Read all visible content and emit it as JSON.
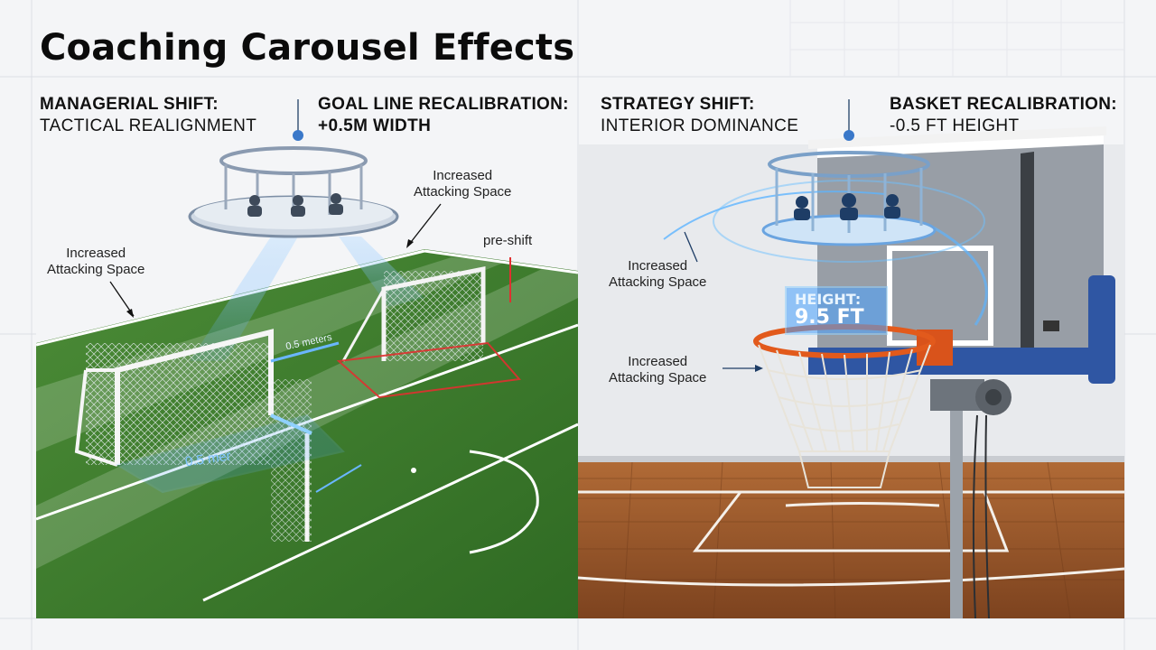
{
  "page": {
    "title": "Coaching Carousel Effects"
  },
  "soccer": {
    "header_left": {
      "title": "MANAGERIAL SHIFT:",
      "sub": "TACTICAL REALIGNMENT"
    },
    "header_right": {
      "title": "GOAL LINE RECALIBRATION:",
      "sub": "+0.5M WIDTH"
    },
    "callout_left": "Increased\nAttacking Space",
    "callout_top": "Increased\nAttacking Space",
    "pre_shift": "pre-shift",
    "measure_top": "0.5 meters",
    "measure_goal": "0.5 mer"
  },
  "basketball": {
    "header_left": {
      "title": "STRATEGY SHIFT:",
      "sub": "INTERIOR DOMINANCE"
    },
    "header_right": {
      "title": "BASKET RECALIBRATION:",
      "sub": "-0.5 FT HEIGHT"
    },
    "callout_top": "Increased\nAttacking Space",
    "callout_bottom": "Increased\nAttacking Space",
    "height_label": "HEIGHT:",
    "height_value": "9.5 FT"
  },
  "colors": {
    "accent_blue": "#4aa3ff",
    "grass": "#3f7f2e",
    "wood": "#9a5a2e",
    "rim": "#e25a1c",
    "red_marker": "#e03030"
  }
}
